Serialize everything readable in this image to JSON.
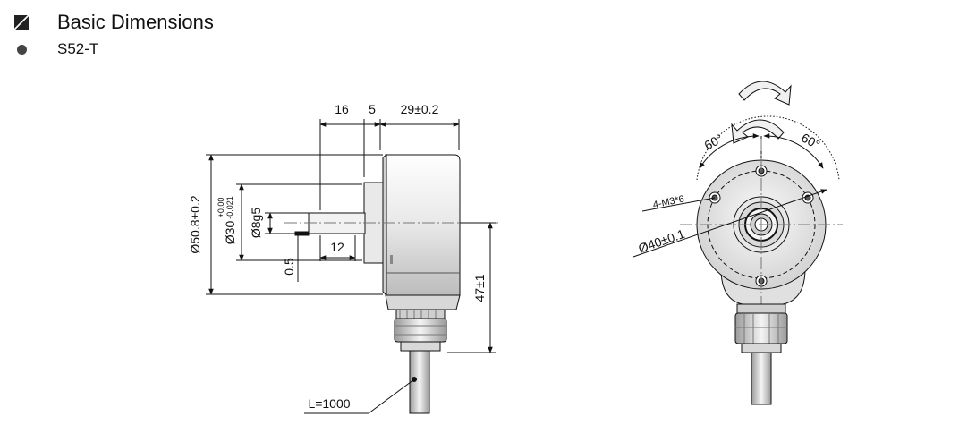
{
  "header": {
    "title": "Basic Dimensions",
    "model": "S52-T"
  },
  "side_view": {
    "dim_16": "16",
    "dim_5": "5",
    "dim_29": "29±0.2",
    "dim_housing_dia": "Ø50.8±0.2",
    "dim_flange_dia_main": "Ø30",
    "dim_flange_tol_upper": "+0.00",
    "dim_flange_tol_lower": "-0.021",
    "dim_shaft_dia": "Ø8g5",
    "dim_12": "12",
    "dim_05": "0.5",
    "dim_47": "47±1",
    "cable_length": "L=1000"
  },
  "front_view": {
    "angle_left": "60°",
    "angle_right": "60°",
    "holes": "4-M3*6",
    "bolt_circle": "Ø40±0.1"
  }
}
